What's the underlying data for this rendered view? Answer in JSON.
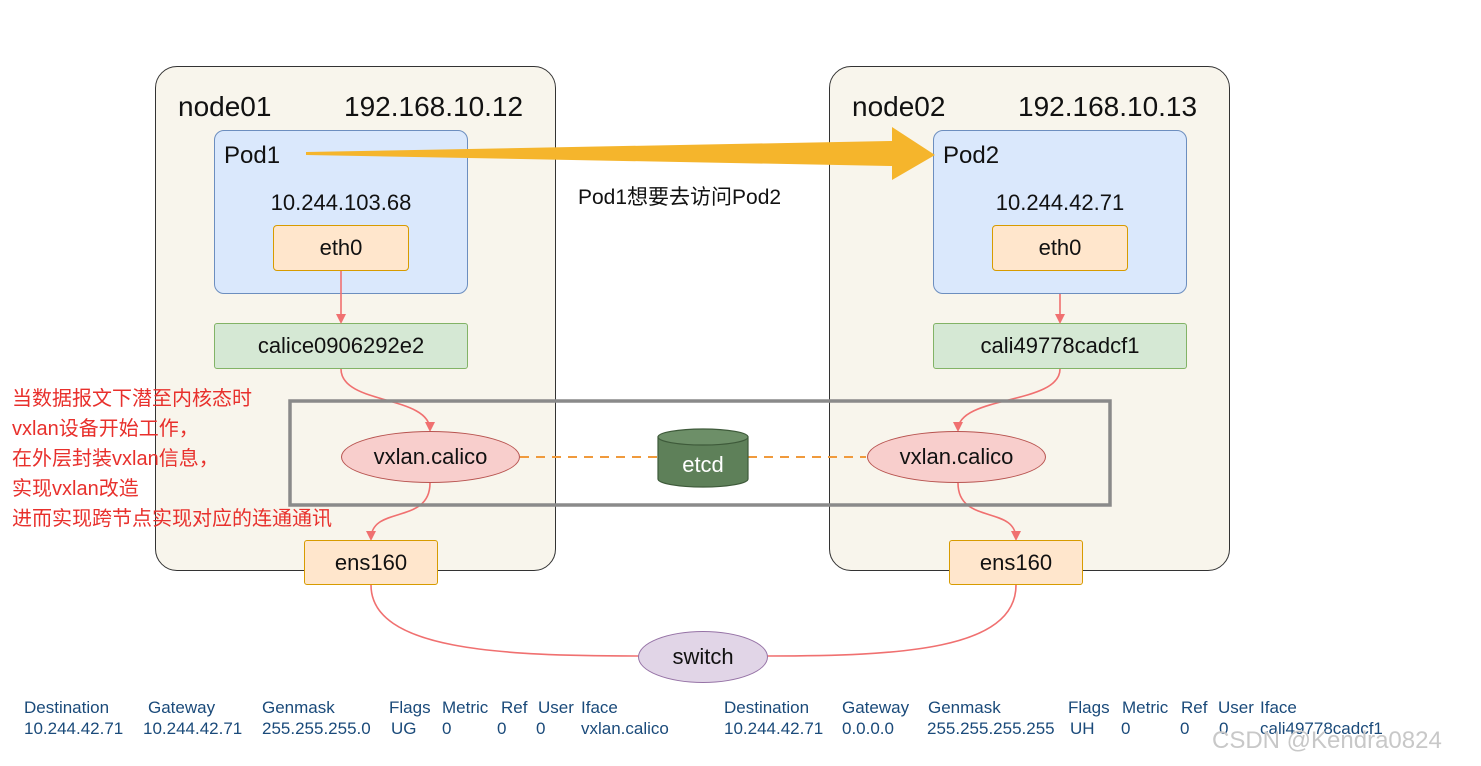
{
  "node01": {
    "name": "node01",
    "ip": "192.168.10.12",
    "pod_name": "Pod1",
    "pod_ip": "10.244.103.68",
    "eth": "eth0",
    "veth": "calice0906292e2",
    "vxlan": "vxlan.calico",
    "ens": "ens160"
  },
  "node02": {
    "name": "node02",
    "ip": "192.168.10.13",
    "pod_name": "Pod2",
    "pod_ip": "10.244.42.71",
    "eth": "eth0",
    "veth": "cali49778cadcf1",
    "vxlan": "vxlan.calico",
    "ens": "ens160"
  },
  "arrow_label": "Pod1想要去访问Pod2",
  "etcd": "etcd",
  "switch": "switch",
  "annotation": [
    "当数据报文下潜至内核态时",
    "vxlan设备开始工作，",
    "在外层封装vxlan信息，",
    "实现vxlan改造",
    "进而实现跨节点实现对应的连通通讯"
  ],
  "route_left": {
    "headers": [
      "Destination",
      "Gateway",
      "Genmask",
      "Flags",
      "Metric",
      "Ref",
      "User",
      "Iface"
    ],
    "values": [
      "10.244.42.71",
      "10.244.42.71",
      "255.255.255.0",
      "UG",
      "0",
      "0",
      "0",
      "vxlan.calico"
    ]
  },
  "route_right": {
    "headers": [
      "Destination",
      "Gateway",
      "Genmask",
      "Flags",
      "Metric",
      "Ref",
      "User",
      "Iface"
    ],
    "values": [
      "10.244.42.71",
      "0.0.0.0",
      "255.255.255.255",
      "UH",
      "0",
      "0",
      "0",
      "cali49778cadcf1"
    ]
  },
  "watermark": "CSDN @Kendra0824",
  "colors": {
    "arrow": "#f5b52c",
    "link": "#f07070",
    "dashed": "#f09a3c",
    "etcd_fill": "#5e8059",
    "frame": "#8a8a8a",
    "annotation": "#e8302c"
  }
}
